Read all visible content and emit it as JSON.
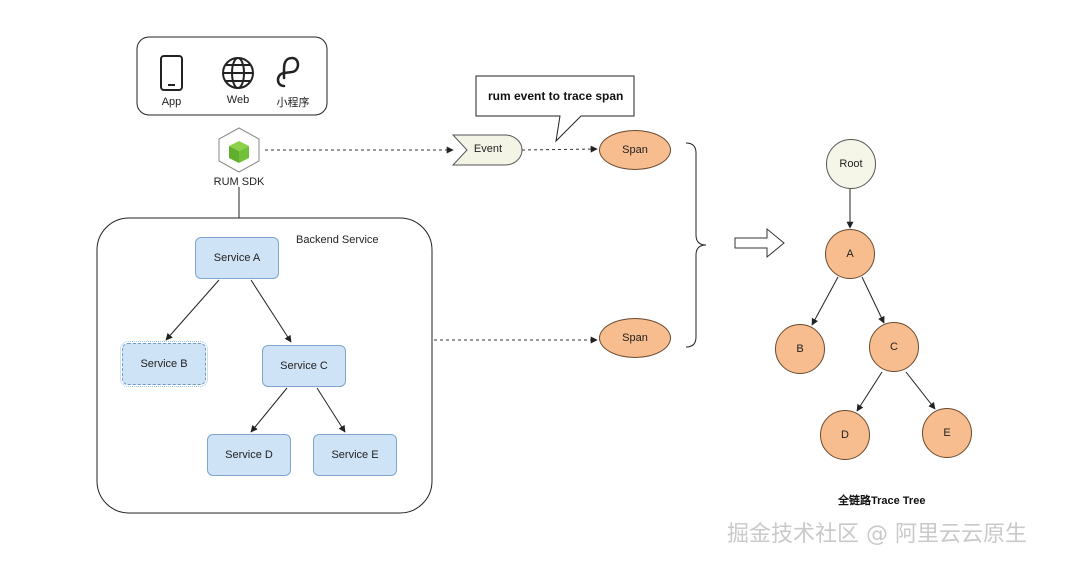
{
  "clients": {
    "app": "App",
    "web": "Web",
    "miniprogram": "小程序"
  },
  "sdk": {
    "label": "RUM SDK"
  },
  "backend": {
    "title": "Backend Service",
    "services": {
      "a": "Service A",
      "b": "Service B",
      "c": "Service C",
      "d": "Service D",
      "e": "Service E"
    }
  },
  "event": {
    "label": "Event"
  },
  "callout": {
    "text": "rum event to trace span"
  },
  "spans": {
    "top": "Span",
    "bottom": "Span"
  },
  "tree": {
    "root": "Root",
    "a": "A",
    "b": "B",
    "c": "C",
    "d": "D",
    "e": "E",
    "caption": "全链路Trace Tree"
  },
  "watermark": "掘金技术社区 @ 阿里云云原生",
  "colors": {
    "service_fill": "#cfe3f7",
    "service_border": "#7ea6d1",
    "span_fill": "#f7bd8e",
    "root_fill": "#f6f6e8"
  }
}
